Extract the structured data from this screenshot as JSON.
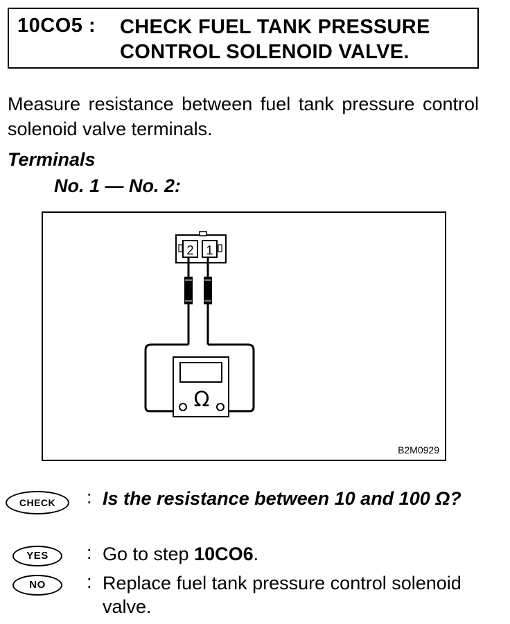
{
  "header": {
    "step_code": "10CO5 :",
    "title_line1": "CHECK FUEL TANK PRESSURE",
    "title_line2": "CONTROL SOLENOID VALVE."
  },
  "instruction": "Measure resistance between fuel tank pressure control solenoid valve terminals.",
  "terminals": {
    "heading": "Terminals",
    "value": "No. 1 — No. 2:"
  },
  "figure": {
    "connector_pin_left": "2",
    "connector_pin_right": "1",
    "meter_symbol": "Ω",
    "figure_id": "B2M0929"
  },
  "check": {
    "badge": "CHECK",
    "colon": ":",
    "question": "Is the resistance between 10 and 100 Ω?"
  },
  "yes": {
    "badge": "YES",
    "colon": ":",
    "text_prefix": "Go to step ",
    "step": "10CO6",
    "text_suffix": "."
  },
  "no": {
    "badge": "NO",
    "colon": ":",
    "text": "Replace fuel tank pressure control solenoid valve."
  }
}
